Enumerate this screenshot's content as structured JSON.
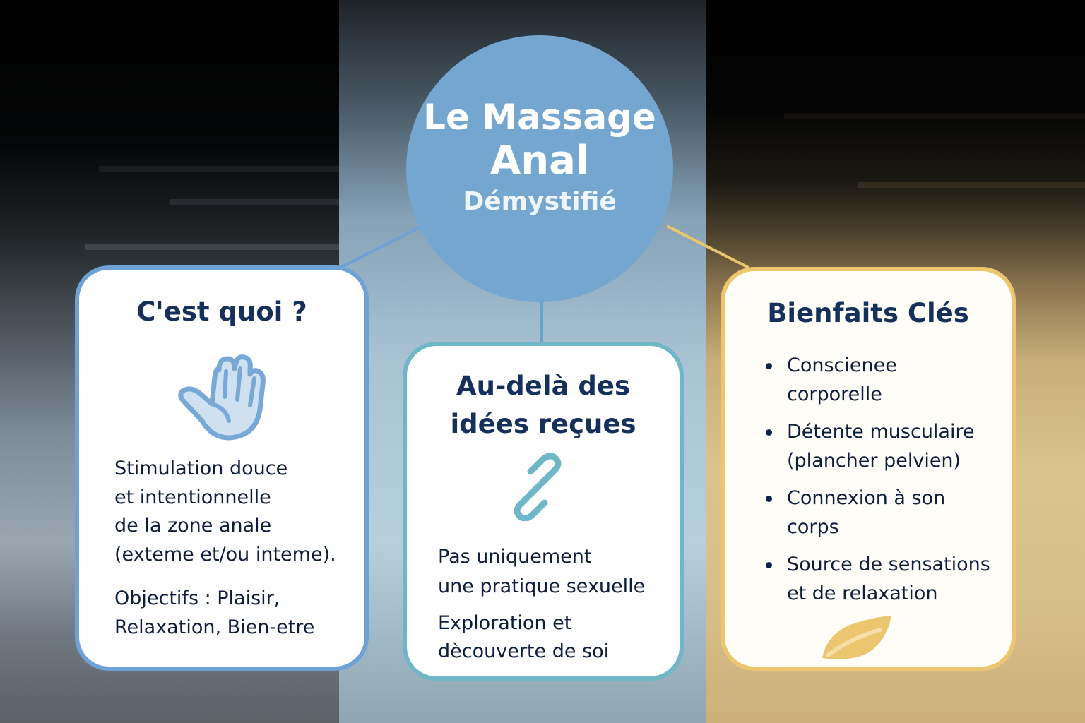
{
  "title": {
    "line1": "Le Massage",
    "line2": "Anal",
    "line3": "Démystifié"
  },
  "colors": {
    "circle": "#74a6d0",
    "blue_border": "#6ea2d6",
    "teal_border": "#6fb6c6",
    "gold_border": "#ecc66e",
    "text_dark": "#0f2348"
  },
  "cards": {
    "what": {
      "title": "C'est quoi ?",
      "icon": "hand-icon",
      "para1_lines": [
        "Stimulation douce",
        "et intentionnelle",
        "de la zone anale",
        "(exteme et/ou inteme)."
      ],
      "para1": "Stimulation douce et intentionnelle de la zone anale (exteme et/ou inteme).",
      "para2_lines": [
        "Objectifs : Plaisir,",
        "Relaxation, Bien-etre"
      ],
      "para2": "Objectifs : Plaisir, Relaxation, Bien-etre"
    },
    "beyond": {
      "title_lines": [
        "Au-delà des",
        "idées reçues"
      ],
      "title": "Au-delà des idées reçues",
      "icon": "link-icon",
      "para1_lines": [
        "Pas uniquement",
        "une pratique sexuelle"
      ],
      "para1": "Pas uniquement une pratique sexuelle",
      "para2_lines": [
        "Exploration et",
        "dècouverte de soi"
      ],
      "para2": "Exploration et dècouverte de soi"
    },
    "benefits": {
      "title": "Bienfaits Clés",
      "icon": "leaf-icon",
      "items": [
        {
          "lines": [
            "Conscienee",
            "corporelle"
          ]
        },
        {
          "lines": [
            "Détente musculaire",
            "(plancher pelvien)"
          ]
        },
        {
          "lines": [
            "Connexion à son",
            "corps"
          ]
        },
        {
          "lines": [
            "Source de sensations",
            "et de relaxation"
          ]
        }
      ]
    }
  }
}
